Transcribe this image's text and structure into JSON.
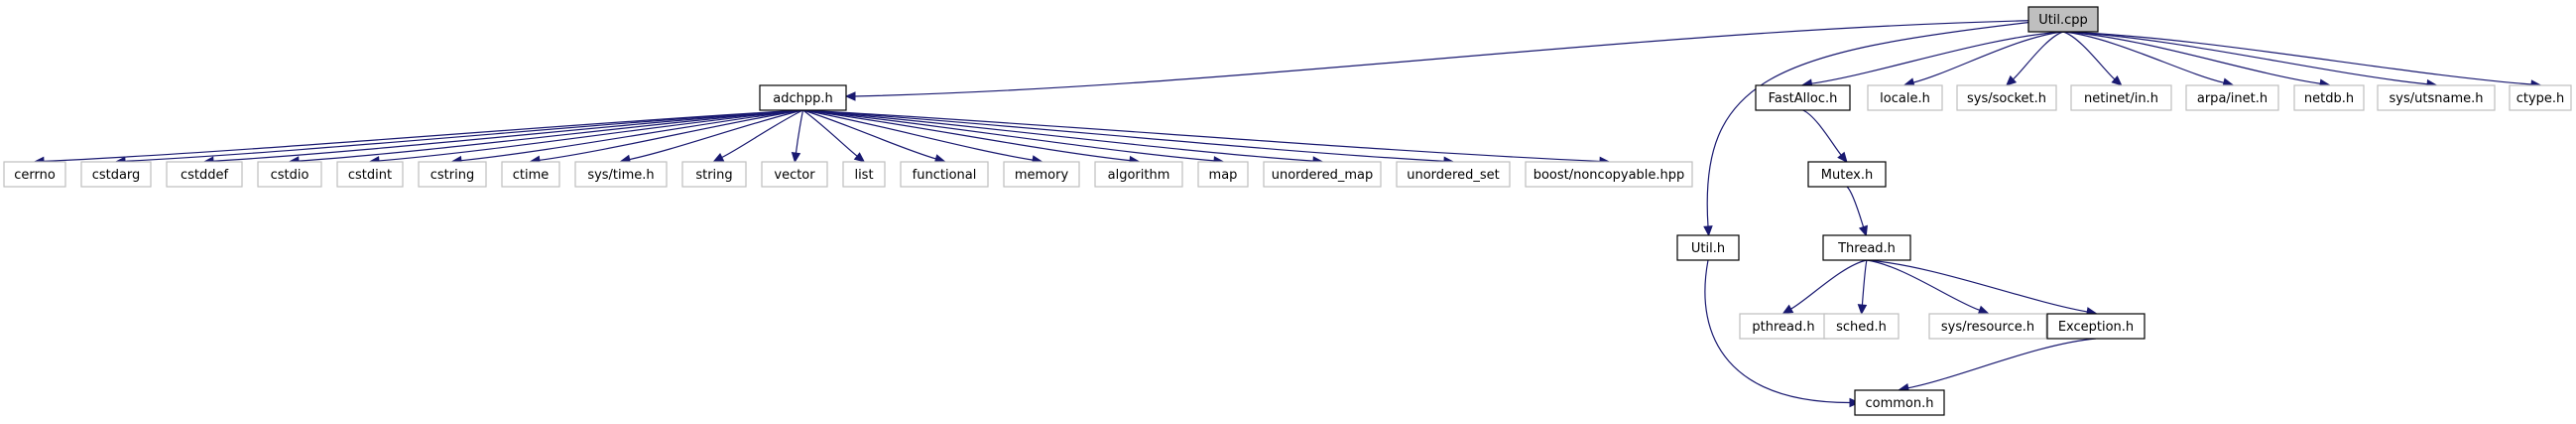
{
  "colors": {
    "edge": "#191970",
    "focus_fill": "#bfbfbf",
    "external_border": "#bfbfbf",
    "documented_border": "#000000"
  },
  "nodes": [
    {
      "id": "util_cpp",
      "label": "Util.cpp",
      "kind": "focus"
    },
    {
      "id": "adchpp_h",
      "label": "adchpp.h",
      "kind": "documented"
    },
    {
      "id": "fastalloc_h",
      "label": "FastAlloc.h",
      "kind": "documented"
    },
    {
      "id": "locale_h",
      "label": "locale.h",
      "kind": "external"
    },
    {
      "id": "sys_socket_h",
      "label": "sys/socket.h",
      "kind": "external"
    },
    {
      "id": "netinet_in_h",
      "label": "netinet/in.h",
      "kind": "external"
    },
    {
      "id": "arpa_inet_h",
      "label": "arpa/inet.h",
      "kind": "external"
    },
    {
      "id": "netdb_h",
      "label": "netdb.h",
      "kind": "external"
    },
    {
      "id": "sys_utsname_h",
      "label": "sys/utsname.h",
      "kind": "external"
    },
    {
      "id": "ctype_h",
      "label": "ctype.h",
      "kind": "external"
    },
    {
      "id": "cerrno",
      "label": "cerrno",
      "kind": "external"
    },
    {
      "id": "cstdarg",
      "label": "cstdarg",
      "kind": "external"
    },
    {
      "id": "cstddef",
      "label": "cstddef",
      "kind": "external"
    },
    {
      "id": "cstdio",
      "label": "cstdio",
      "kind": "external"
    },
    {
      "id": "cstdint",
      "label": "cstdint",
      "kind": "external"
    },
    {
      "id": "cstring",
      "label": "cstring",
      "kind": "external"
    },
    {
      "id": "ctime",
      "label": "ctime",
      "kind": "external"
    },
    {
      "id": "sys_time_h",
      "label": "sys/time.h",
      "kind": "external"
    },
    {
      "id": "string",
      "label": "string",
      "kind": "external"
    },
    {
      "id": "vector",
      "label": "vector",
      "kind": "external"
    },
    {
      "id": "list",
      "label": "list",
      "kind": "external"
    },
    {
      "id": "functional",
      "label": "functional",
      "kind": "external"
    },
    {
      "id": "memory",
      "label": "memory",
      "kind": "external"
    },
    {
      "id": "algorithm",
      "label": "algorithm",
      "kind": "external"
    },
    {
      "id": "map",
      "label": "map",
      "kind": "external"
    },
    {
      "id": "unordered_map",
      "label": "unordered_map",
      "kind": "external"
    },
    {
      "id": "unordered_set",
      "label": "unordered_set",
      "kind": "external"
    },
    {
      "id": "boost_noncopyable_hpp",
      "label": "boost/noncopyable.hpp",
      "kind": "external"
    },
    {
      "id": "mutex_h",
      "label": "Mutex.h",
      "kind": "documented"
    },
    {
      "id": "util_h",
      "label": "Util.h",
      "kind": "documented"
    },
    {
      "id": "thread_h",
      "label": "Thread.h",
      "kind": "documented"
    },
    {
      "id": "pthread_h",
      "label": "pthread.h",
      "kind": "external"
    },
    {
      "id": "sched_h",
      "label": "sched.h",
      "kind": "external"
    },
    {
      "id": "sys_resource_h",
      "label": "sys/resource.h",
      "kind": "external"
    },
    {
      "id": "exception_h",
      "label": "Exception.h",
      "kind": "documented"
    },
    {
      "id": "common_h",
      "label": "common.h",
      "kind": "documented"
    }
  ],
  "edges": [
    [
      "util_cpp",
      "adchpp_h"
    ],
    [
      "util_cpp",
      "fastalloc_h"
    ],
    [
      "util_cpp",
      "locale_h"
    ],
    [
      "util_cpp",
      "sys_socket_h"
    ],
    [
      "util_cpp",
      "netinet_in_h"
    ],
    [
      "util_cpp",
      "arpa_inet_h"
    ],
    [
      "util_cpp",
      "netdb_h"
    ],
    [
      "util_cpp",
      "sys_utsname_h"
    ],
    [
      "util_cpp",
      "ctype_h"
    ],
    [
      "util_cpp",
      "util_h"
    ],
    [
      "adchpp_h",
      "cerrno"
    ],
    [
      "adchpp_h",
      "cstdarg"
    ],
    [
      "adchpp_h",
      "cstddef"
    ],
    [
      "adchpp_h",
      "cstdio"
    ],
    [
      "adchpp_h",
      "cstdint"
    ],
    [
      "adchpp_h",
      "cstring"
    ],
    [
      "adchpp_h",
      "ctime"
    ],
    [
      "adchpp_h",
      "sys_time_h"
    ],
    [
      "adchpp_h",
      "string"
    ],
    [
      "adchpp_h",
      "vector"
    ],
    [
      "adchpp_h",
      "list"
    ],
    [
      "adchpp_h",
      "functional"
    ],
    [
      "adchpp_h",
      "memory"
    ],
    [
      "adchpp_h",
      "algorithm"
    ],
    [
      "adchpp_h",
      "map"
    ],
    [
      "adchpp_h",
      "unordered_map"
    ],
    [
      "adchpp_h",
      "unordered_set"
    ],
    [
      "adchpp_h",
      "boost_noncopyable_hpp"
    ],
    [
      "fastalloc_h",
      "mutex_h"
    ],
    [
      "mutex_h",
      "thread_h"
    ],
    [
      "thread_h",
      "pthread_h"
    ],
    [
      "thread_h",
      "sched_h"
    ],
    [
      "thread_h",
      "sys_resource_h"
    ],
    [
      "thread_h",
      "exception_h"
    ],
    [
      "exception_h",
      "common_h"
    ],
    [
      "util_h",
      "common_h"
    ]
  ]
}
